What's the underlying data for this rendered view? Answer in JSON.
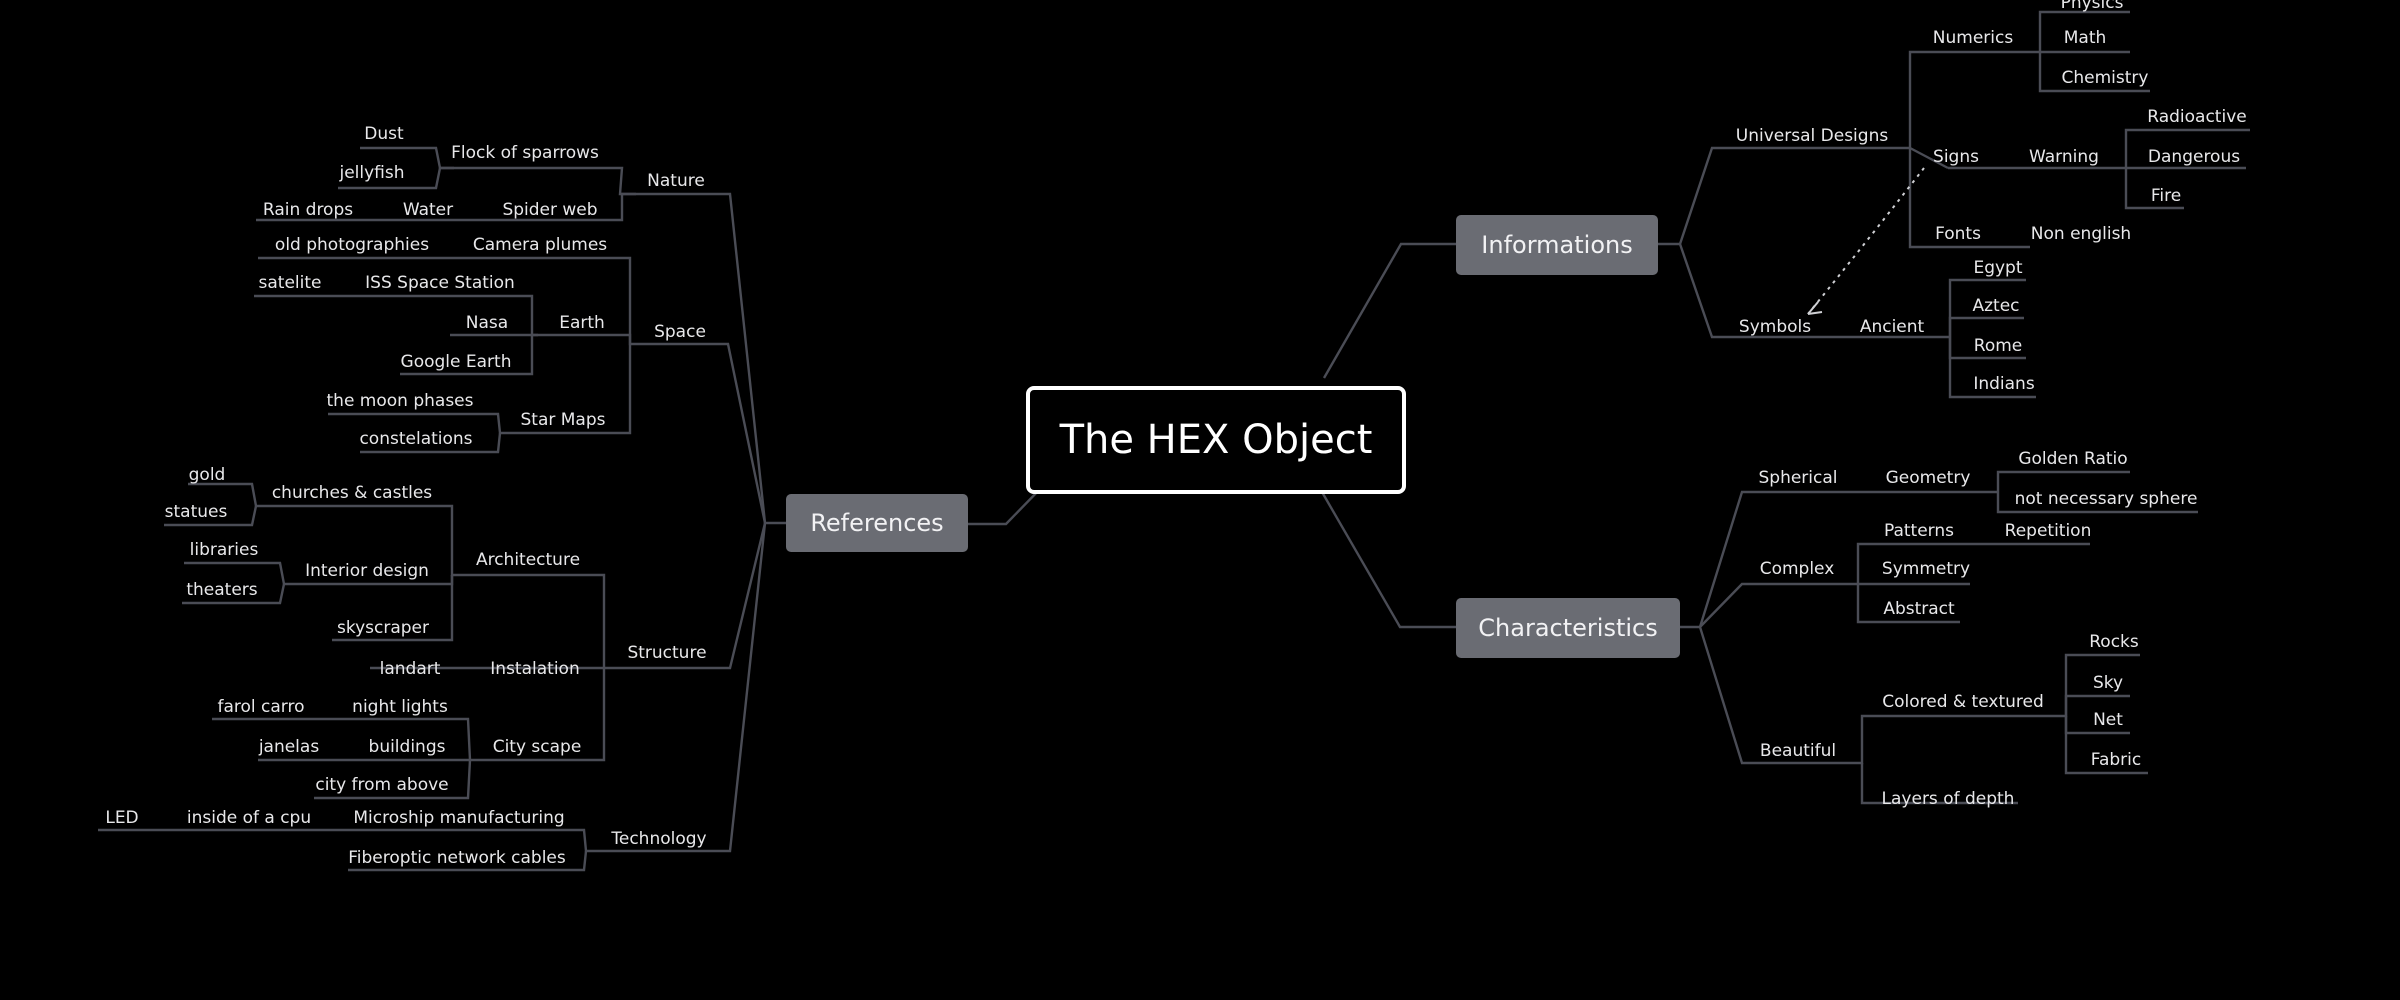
{
  "root": "The HEX Object",
  "hubs": {
    "references": "References",
    "informations": "Informations",
    "characteristics": "Characteristics"
  },
  "labels": [
    {
      "id": "dust",
      "text": "Dust"
    },
    {
      "id": "jellyfish",
      "text": "jellyfish"
    },
    {
      "id": "flock",
      "text": "Flock of sparrows"
    },
    {
      "id": "nature",
      "text": "Nature"
    },
    {
      "id": "raindrops",
      "text": "Rain drops"
    },
    {
      "id": "water",
      "text": "Water"
    },
    {
      "id": "spiderweb",
      "text": "Spider web"
    },
    {
      "id": "oldphotos",
      "text": "old photographies"
    },
    {
      "id": "cameraplumes",
      "text": "Camera plumes"
    },
    {
      "id": "satelite",
      "text": "satelite"
    },
    {
      "id": "iss",
      "text": "ISS Space Station"
    },
    {
      "id": "space",
      "text": "Space"
    },
    {
      "id": "nasa",
      "text": "Nasa"
    },
    {
      "id": "earth",
      "text": "Earth"
    },
    {
      "id": "googleearth",
      "text": "Google Earth"
    },
    {
      "id": "moonphases",
      "text": "the moon phases"
    },
    {
      "id": "starmaps",
      "text": "Star Maps"
    },
    {
      "id": "constelations",
      "text": "constelations"
    },
    {
      "id": "gold",
      "text": "gold"
    },
    {
      "id": "churches",
      "text": "churches & castles"
    },
    {
      "id": "statues",
      "text": "statues"
    },
    {
      "id": "architecture",
      "text": "Architecture"
    },
    {
      "id": "libraries",
      "text": "libraries"
    },
    {
      "id": "interior",
      "text": "Interior design"
    },
    {
      "id": "theaters",
      "text": "theaters"
    },
    {
      "id": "skyscraper",
      "text": "skyscraper"
    },
    {
      "id": "landart",
      "text": "landart"
    },
    {
      "id": "instalation",
      "text": "Instalation"
    },
    {
      "id": "structure",
      "text": "Structure"
    },
    {
      "id": "farolcarro",
      "text": "farol carro"
    },
    {
      "id": "nightlights",
      "text": "night lights"
    },
    {
      "id": "janelas",
      "text": "janelas"
    },
    {
      "id": "buildings",
      "text": "buildings"
    },
    {
      "id": "cityscape",
      "text": "City scape"
    },
    {
      "id": "cityabove",
      "text": "city from above"
    },
    {
      "id": "led",
      "text": "LED"
    },
    {
      "id": "insidecpu",
      "text": "inside of a cpu"
    },
    {
      "id": "microship",
      "text": "Microship manufacturing"
    },
    {
      "id": "technology",
      "text": "Technology"
    },
    {
      "id": "fiberoptic",
      "text": "Fiberoptic network cables"
    },
    {
      "id": "physics",
      "text": "Physics"
    },
    {
      "id": "numerics",
      "text": "Numerics"
    },
    {
      "id": "math",
      "text": "Math"
    },
    {
      "id": "chemistry",
      "text": "Chemistry"
    },
    {
      "id": "radioactive",
      "text": "Radioactive"
    },
    {
      "id": "universal",
      "text": "Universal Designs"
    },
    {
      "id": "signs",
      "text": "Signs"
    },
    {
      "id": "warning",
      "text": "Warning"
    },
    {
      "id": "dangerous",
      "text": "Dangerous"
    },
    {
      "id": "fire",
      "text": "Fire"
    },
    {
      "id": "fonts",
      "text": "Fonts"
    },
    {
      "id": "nonenglish",
      "text": "Non english"
    },
    {
      "id": "egypt",
      "text": "Egypt"
    },
    {
      "id": "aztec",
      "text": "Aztec"
    },
    {
      "id": "symbols",
      "text": "Symbols"
    },
    {
      "id": "ancient",
      "text": "Ancient"
    },
    {
      "id": "rome",
      "text": "Rome"
    },
    {
      "id": "indians",
      "text": "Indians"
    },
    {
      "id": "golden",
      "text": "Golden Ratio"
    },
    {
      "id": "spherical",
      "text": "Spherical"
    },
    {
      "id": "geometry",
      "text": "Geometry"
    },
    {
      "id": "notsphere",
      "text": "not necessary sphere"
    },
    {
      "id": "patterns",
      "text": "Patterns"
    },
    {
      "id": "repetition",
      "text": "Repetition"
    },
    {
      "id": "complex",
      "text": "Complex"
    },
    {
      "id": "symmetry",
      "text": "Symmetry"
    },
    {
      "id": "abstract",
      "text": "Abstract"
    },
    {
      "id": "rocks",
      "text": "Rocks"
    },
    {
      "id": "sky",
      "text": "Sky"
    },
    {
      "id": "colored",
      "text": "Colored & textured"
    },
    {
      "id": "net",
      "text": "Net"
    },
    {
      "id": "beautiful",
      "text": "Beautiful"
    },
    {
      "id": "fabric",
      "text": "Fabric"
    },
    {
      "id": "layers",
      "text": "Layers of depth"
    }
  ]
}
